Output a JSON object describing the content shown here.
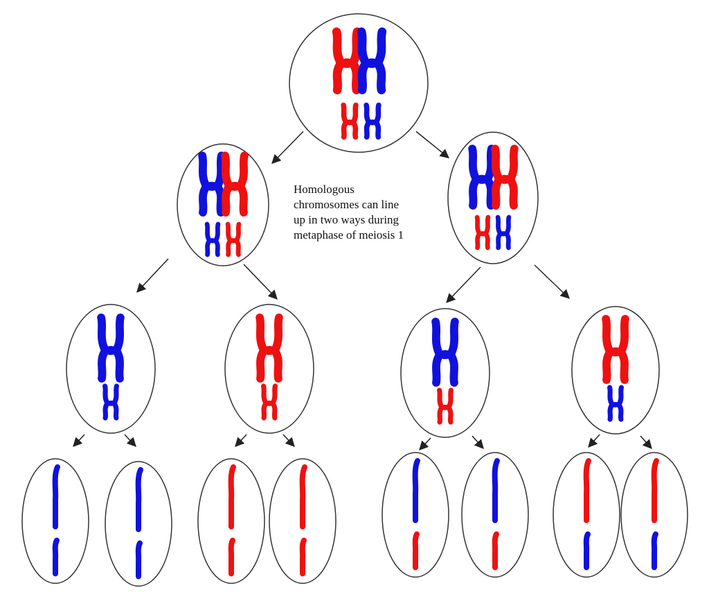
{
  "annotation": {
    "lines": [
      "Homologous",
      "chromosomes can line",
      "up in two ways during",
      "metaphase of meiosis 1"
    ]
  },
  "colors": {
    "maternal": "#ee1111",
    "paternal": "#1111dd",
    "outline": "#333333",
    "arrow": "#222222"
  },
  "cells": {
    "parent": {
      "label": "parent-cell",
      "large": [
        "red",
        "blue"
      ],
      "small": [
        "red",
        "blue"
      ]
    },
    "meiosis1": [
      {
        "label": "meiosis-1-cell-left",
        "large": [
          "blue",
          "red"
        ],
        "small": [
          "blue",
          "red"
        ]
      },
      {
        "label": "meiosis-1-cell-right",
        "large": [
          "blue",
          "red"
        ],
        "small": [
          "red",
          "blue"
        ]
      }
    ],
    "meiosis2": [
      {
        "label": "daughter-cell-1",
        "large": "blue",
        "small": "blue"
      },
      {
        "label": "daughter-cell-2",
        "large": "red",
        "small": "red"
      },
      {
        "label": "daughter-cell-3",
        "large": "blue",
        "small": "red"
      },
      {
        "label": "daughter-cell-4",
        "large": "red",
        "small": "blue"
      }
    ],
    "gametes": [
      {
        "label": "gamete-1",
        "long": "blue",
        "short": "blue"
      },
      {
        "label": "gamete-2",
        "long": "blue",
        "short": "blue"
      },
      {
        "label": "gamete-3",
        "long": "red",
        "short": "red"
      },
      {
        "label": "gamete-4",
        "long": "red",
        "short": "red"
      },
      {
        "label": "gamete-5",
        "long": "blue",
        "short": "red"
      },
      {
        "label": "gamete-6",
        "long": "blue",
        "short": "red"
      },
      {
        "label": "gamete-7",
        "long": "red",
        "short": "blue"
      },
      {
        "label": "gamete-8",
        "long": "red",
        "short": "blue"
      }
    ]
  }
}
